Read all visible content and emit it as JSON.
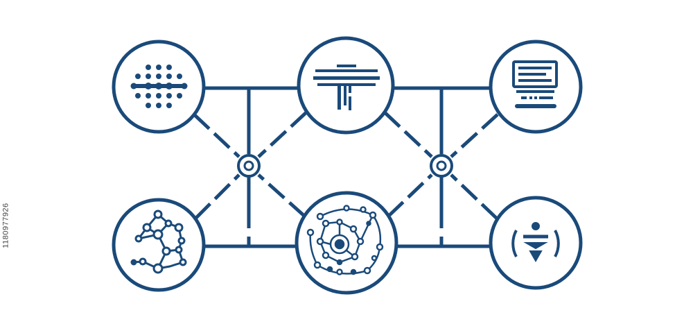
{
  "side_label": "1180977926",
  "colors": {
    "stroke": "#1a4a7a",
    "background": "#ffffff",
    "side_label": "#444444"
  },
  "nodes": [
    {
      "id": "n1",
      "icon": "dot-matrix-icon"
    },
    {
      "id": "n2",
      "icon": "t-connector-icon"
    },
    {
      "id": "n3",
      "icon": "computer-terminal-icon"
    },
    {
      "id": "n4",
      "icon": "molecule-network-icon"
    },
    {
      "id": "n5",
      "icon": "circuit-sphere-icon"
    },
    {
      "id": "n6",
      "icon": "wireless-signal-icon"
    }
  ],
  "hubs": [
    {
      "id": "h1"
    },
    {
      "id": "h2"
    }
  ]
}
